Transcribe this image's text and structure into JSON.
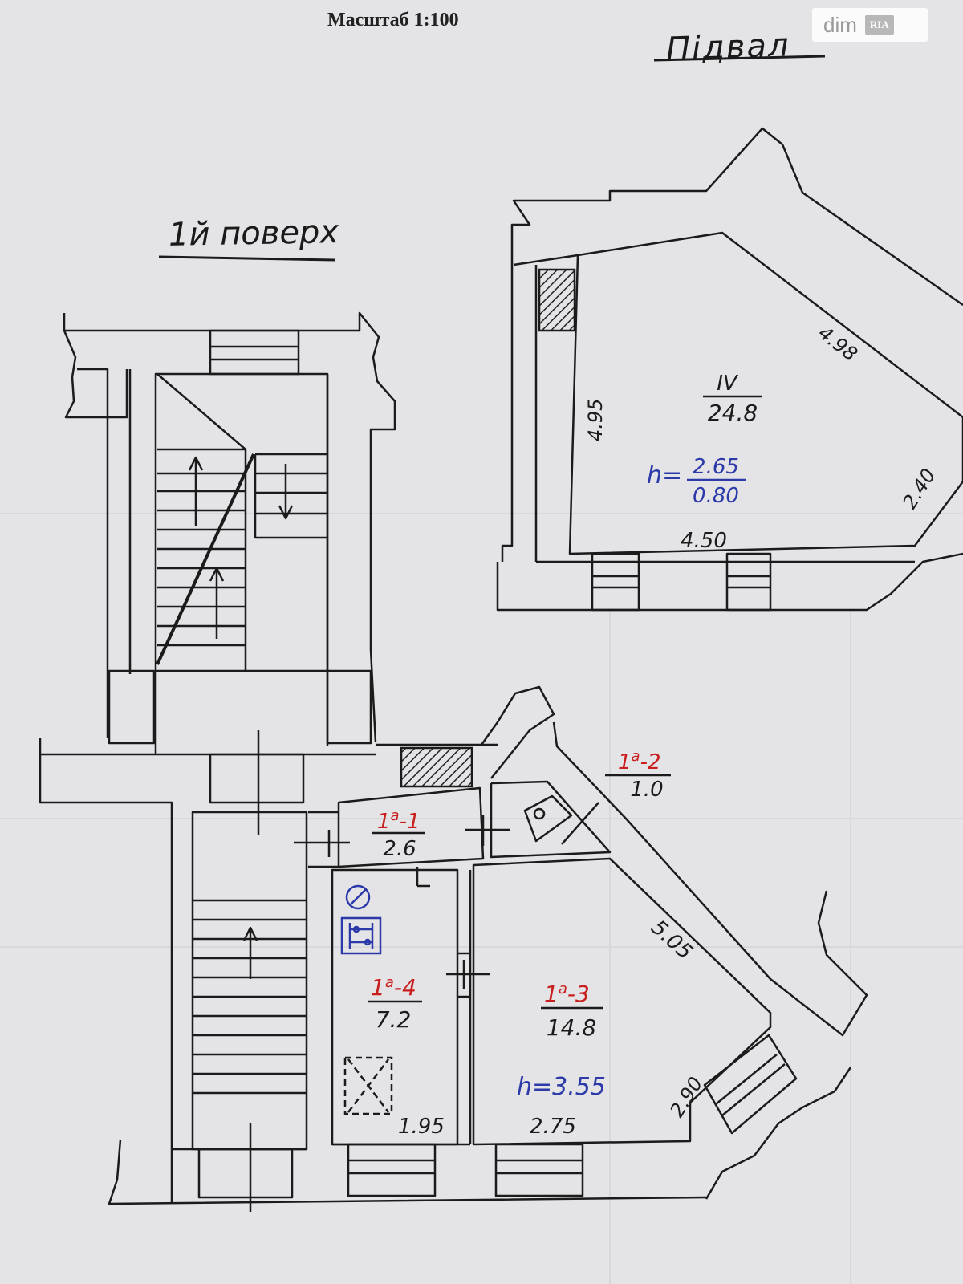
{
  "header": {
    "scale": "Масштаб 1:100",
    "basement_label": "Підвал",
    "floor_label": "1й поверх"
  },
  "watermark": {
    "dim": "dim",
    "ria": "RIA"
  },
  "basement": {
    "room_id": "IV",
    "area": "24.8",
    "height_label": "h=",
    "height_top": "2.65",
    "height_bottom": "0.80",
    "dims": {
      "left": "4.95",
      "diag": "4.98",
      "bottom": "4.50",
      "corner": "2.40"
    }
  },
  "first_floor": {
    "rooms": [
      {
        "prefix": "1",
        "sup": "а",
        "suffix": "-1",
        "area": "2.6"
      },
      {
        "prefix": "1",
        "sup": "а",
        "suffix": "-2",
        "area": "1.0"
      },
      {
        "prefix": "1",
        "sup": "а",
        "suffix": "-3",
        "area": "14.8"
      },
      {
        "prefix": "1",
        "sup": "а",
        "suffix": "-4",
        "area": "7.2"
      }
    ],
    "height_label": "h=",
    "height_value": "3.55",
    "dims": {
      "room4_bottom": "1.95",
      "room3_bottom": "2.75",
      "diag": "5.05",
      "corner": "2.90"
    }
  },
  "colors": {
    "ink": "#1b1b1b",
    "red_ink": "#c81e1e",
    "blue_ink": "#2b3aa8",
    "paper": "#e4e3e6"
  }
}
